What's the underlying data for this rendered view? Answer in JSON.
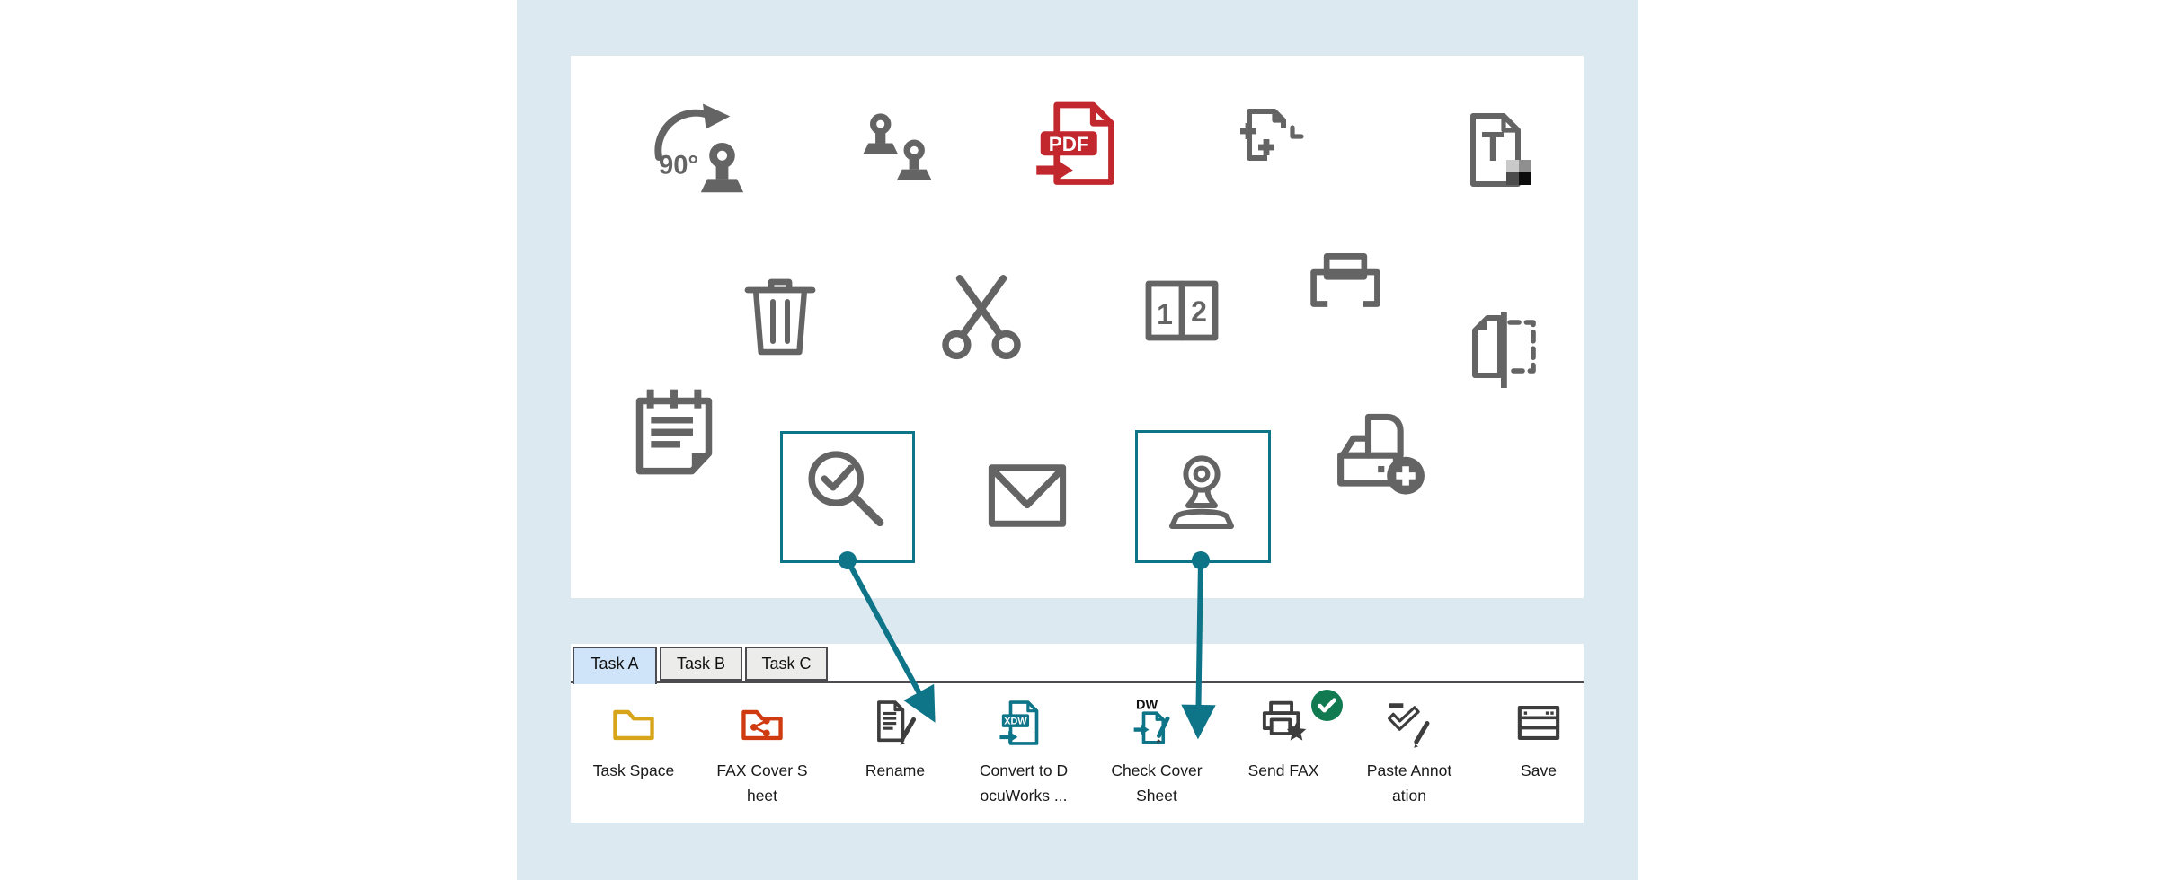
{
  "colors": {
    "band_bg": "#dde9f0",
    "teal": "#0e7488",
    "icon_gray": "#646464",
    "icon_dark": "#3d3d3d",
    "pdf_red": "#c2272d",
    "folder_yellow": "#d8a419",
    "fax_orange": "#d03a10",
    "badge_green": "#117a50",
    "tab_selected_bg": "#cfe4f8",
    "tab_bg": "#ececea",
    "tab_border": "#4c4c50",
    "label_text": "#1a1a1a"
  },
  "icon_panel": {
    "rows": [
      {
        "icons": [
          "rotate-90-stamp",
          "stamp-pages",
          "convert-to-pdf",
          "copy-pages",
          "text-page"
        ]
      },
      {
        "icons": [
          "delete-trash",
          "cut-scissors",
          "page-numbers",
          "print",
          "split-pages"
        ]
      },
      {
        "icons": [
          "note",
          "confirm-search",
          "mail",
          "stamp",
          "scan-add"
        ]
      }
    ],
    "icon_texts": {
      "rotate_degrees": "90°",
      "pdf": "PDF",
      "page_left": "1",
      "page_right": "2"
    },
    "highlighted_icons": [
      "confirm-search",
      "stamp"
    ]
  },
  "tabs": {
    "items": [
      {
        "label": "Task A",
        "selected": true
      },
      {
        "label": "Task B",
        "selected": false
      },
      {
        "label": "Task C",
        "selected": false
      }
    ]
  },
  "toolbar": {
    "items": [
      {
        "name": "task-space",
        "line1": "Task Space",
        "line2": ""
      },
      {
        "name": "fax-cover-sheet",
        "line1": "FAX Cover S",
        "line2": "heet"
      },
      {
        "name": "rename",
        "line1": "Rename",
        "line2": ""
      },
      {
        "name": "convert-to-docuworks",
        "line1": "Convert to D",
        "line2": "ocuWorks ...",
        "icon_text": "XDW"
      },
      {
        "name": "check-cover-sheet",
        "line1": "Check Cover",
        "line2": "Sheet",
        "icon_text": "DW"
      },
      {
        "name": "send-fax",
        "line1": "Send FAX",
        "line2": "",
        "badge": "green-check"
      },
      {
        "name": "paste-annotation",
        "line1": "Paste Annot",
        "line2": "ation"
      },
      {
        "name": "save",
        "line1": "Save",
        "line2": ""
      }
    ]
  }
}
